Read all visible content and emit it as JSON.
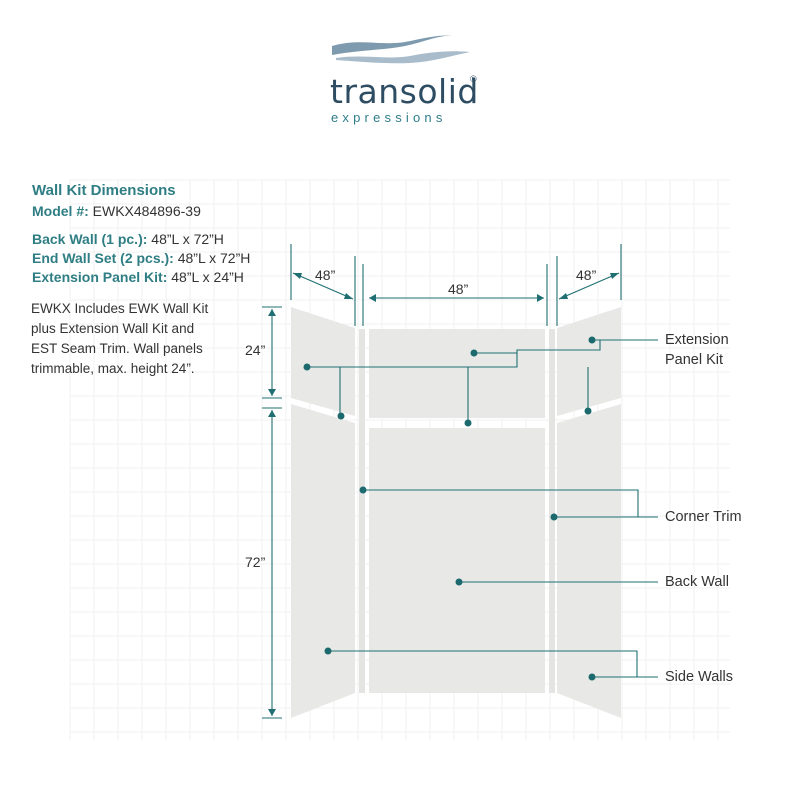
{
  "brand": {
    "name": "transolid",
    "registered": "®",
    "tagline": "expressions",
    "wave_colors": [
      "#7e9aae",
      "#a8bccb"
    ],
    "text_color": "#2e4d63",
    "tag_color": "#2f7e8a"
  },
  "specs": {
    "heading": "Wall Kit Dimensions",
    "model_label": "Model #:",
    "model_value": "EWKX484896-39",
    "back_wall_label": "Back Wall (1 pc.):",
    "back_wall_value": "48”L x 72”H",
    "end_wall_label": "End Wall Set (2 pcs.):",
    "end_wall_value": "48”L x 72”H",
    "ext_label": "Extension Panel Kit:",
    "ext_value": "48”L x 24”H"
  },
  "description": [
    "EWKX Includes EWK Wall Kit",
    "plus Extension Wall Kit and",
    "EST Seam Trim. Wall panels",
    "trimmable, max. height 24”."
  ],
  "dimensions": {
    "left_width": "48”",
    "center_width": "48”",
    "right_width": "48”",
    "ext_height": "24”",
    "wall_height": "72”"
  },
  "callouts": {
    "extension_line1": "Extension",
    "extension_line2": "Panel Kit",
    "corner_trim": "Corner Trim",
    "back_wall": "Back Wall",
    "side_walls": "Side Walls"
  },
  "colors": {
    "accent": "#2f7e84",
    "dot": "#1d6a6e",
    "panel": "#e8e8e6",
    "grid": "#f1f1f1"
  }
}
